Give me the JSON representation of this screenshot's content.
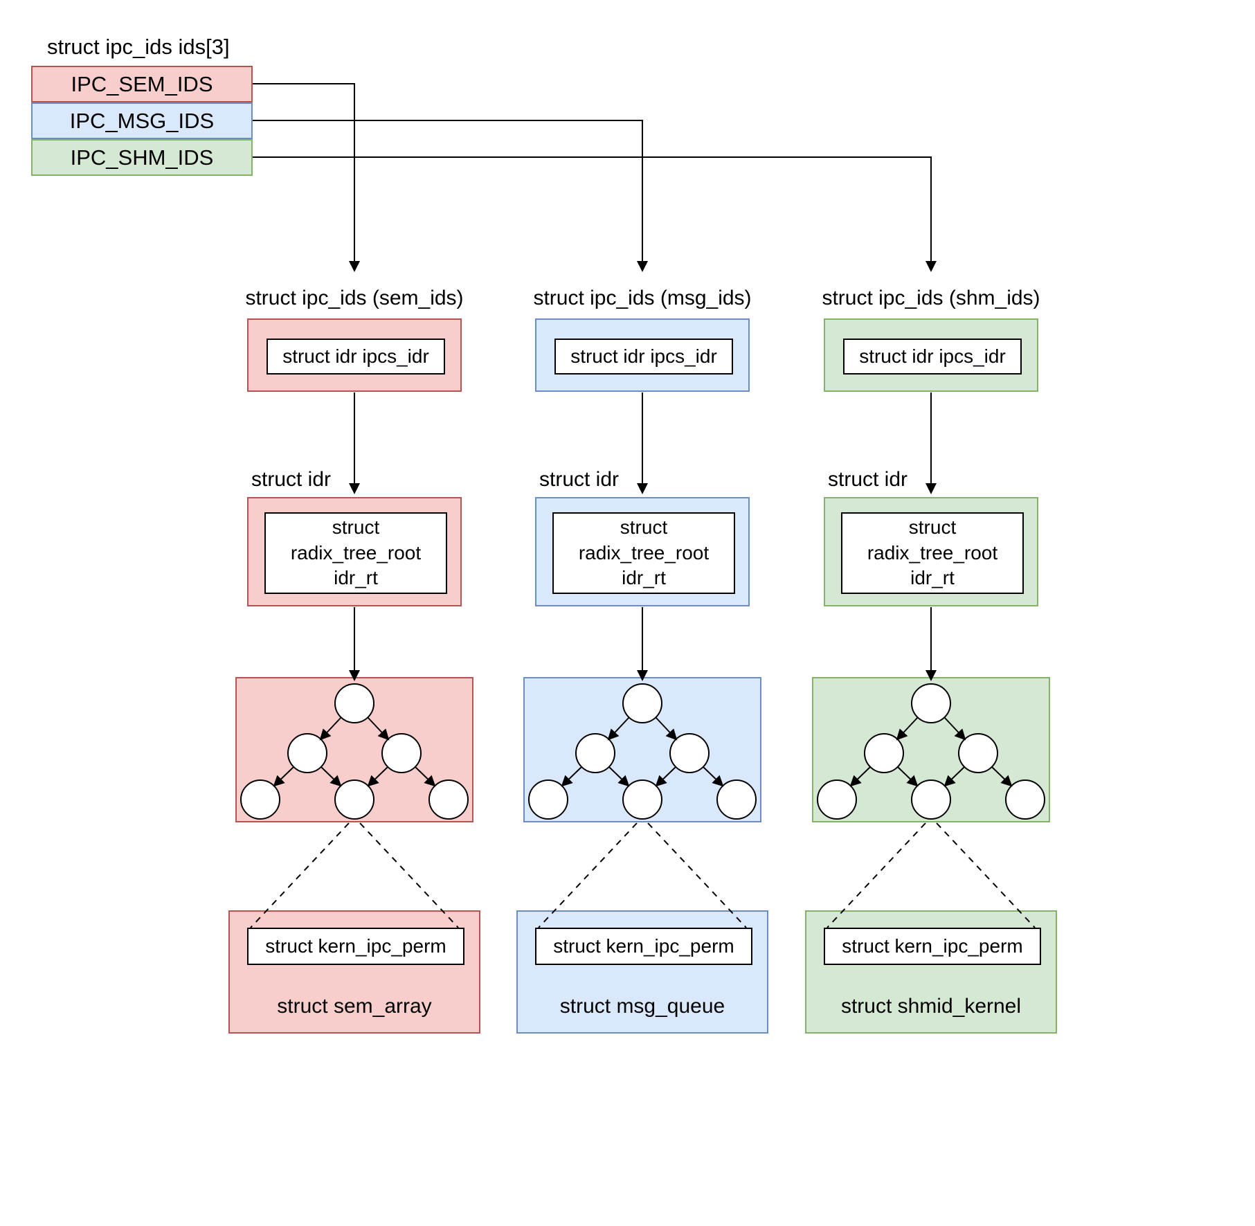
{
  "title": "struct ipc_ids ids[3]",
  "array_box": {
    "items": [
      {
        "label": "IPC_SEM_IDS",
        "fill": "#f8cecc",
        "stroke": "#b85450"
      },
      {
        "label": "IPC_MSG_IDS",
        "fill": "#dae8fc",
        "stroke": "#6c8ebf"
      },
      {
        "label": "IPC_SHM_IDS",
        "fill": "#d5e8d4",
        "stroke": "#82b366"
      }
    ]
  },
  "columns": [
    {
      "id": "sem",
      "header": "struct ipc_ids (sem_ids)",
      "ipcs_idr": "struct idr ipcs_idr",
      "idr_caption": "struct idr",
      "radix_lines": [
        "struct",
        "radix_tree_root",
        "idr_rt"
      ],
      "kern_ipc_perm": "struct kern_ipc_perm",
      "object": "struct sem_array",
      "fill": "#f8cecc",
      "stroke": "#b85450"
    },
    {
      "id": "msg",
      "header": "struct ipc_ids (msg_ids)",
      "ipcs_idr": "struct idr ipcs_idr",
      "idr_caption": "struct idr",
      "radix_lines": [
        "struct",
        "radix_tree_root",
        "idr_rt"
      ],
      "kern_ipc_perm": "struct kern_ipc_perm",
      "object": "struct msg_queue",
      "fill": "#dae8fc",
      "stroke": "#6c8ebf"
    },
    {
      "id": "shm",
      "header": "struct ipc_ids (shm_ids)",
      "ipcs_idr": "struct idr ipcs_idr",
      "idr_caption": "struct idr",
      "radix_lines": [
        "struct",
        "radix_tree_root",
        "idr_rt"
      ],
      "kern_ipc_perm": "struct kern_ipc_perm",
      "object": "struct shmid_kernel",
      "fill": "#d5e8d4",
      "stroke": "#82b366"
    }
  ]
}
